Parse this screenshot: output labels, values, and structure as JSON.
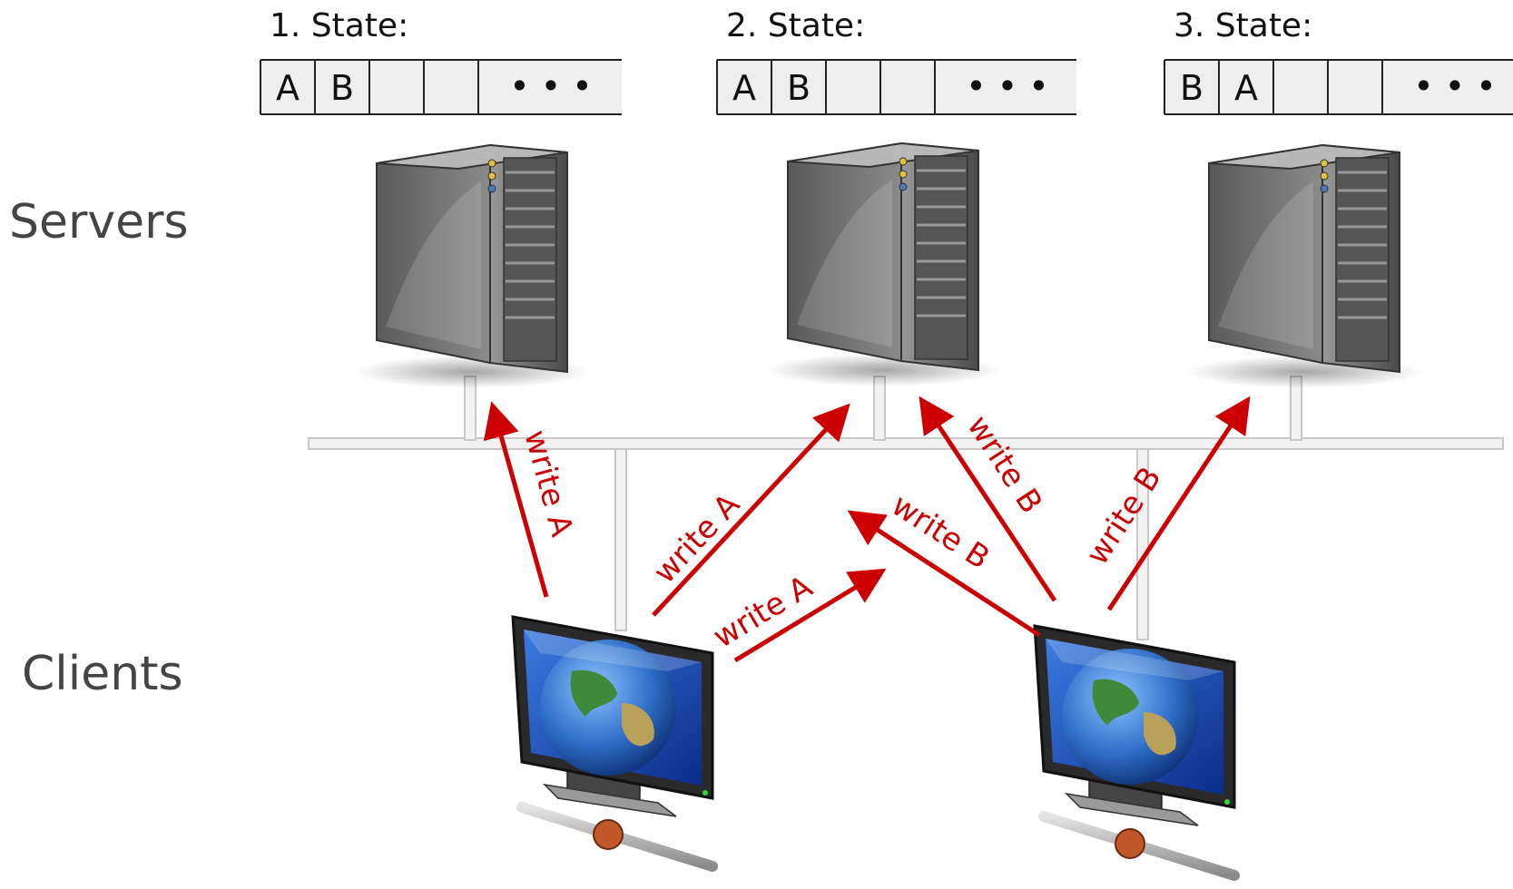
{
  "labels": {
    "servers": "Servers",
    "clients": "Clients"
  },
  "states": [
    {
      "title": "1. State:",
      "cells": [
        "A",
        "B",
        "",
        "",
        "• • •"
      ]
    },
    {
      "title": "2. State:",
      "cells": [
        "A",
        "B",
        "",
        "",
        "• • •"
      ]
    },
    {
      "title": "3. State:",
      "cells": [
        "B",
        "A",
        "",
        "",
        "• • •"
      ]
    }
  ],
  "writes": [
    {
      "text": "write A",
      "client": "client-1",
      "server": "server-1"
    },
    {
      "text": "write A",
      "client": "client-1",
      "server": "server-2"
    },
    {
      "text": "write A",
      "client": "client-1",
      "server": "server-3"
    },
    {
      "text": "write B",
      "client": "client-2",
      "server": "server-1"
    },
    {
      "text": "write B",
      "client": "client-2",
      "server": "server-2"
    },
    {
      "text": "write B",
      "client": "client-2",
      "server": "server-3"
    }
  ],
  "icons": {
    "server": "server-tower-icon",
    "client": "monitor-globe-icon"
  },
  "colors": {
    "arrow": "#cc0000",
    "network": "#d9d9d9"
  }
}
